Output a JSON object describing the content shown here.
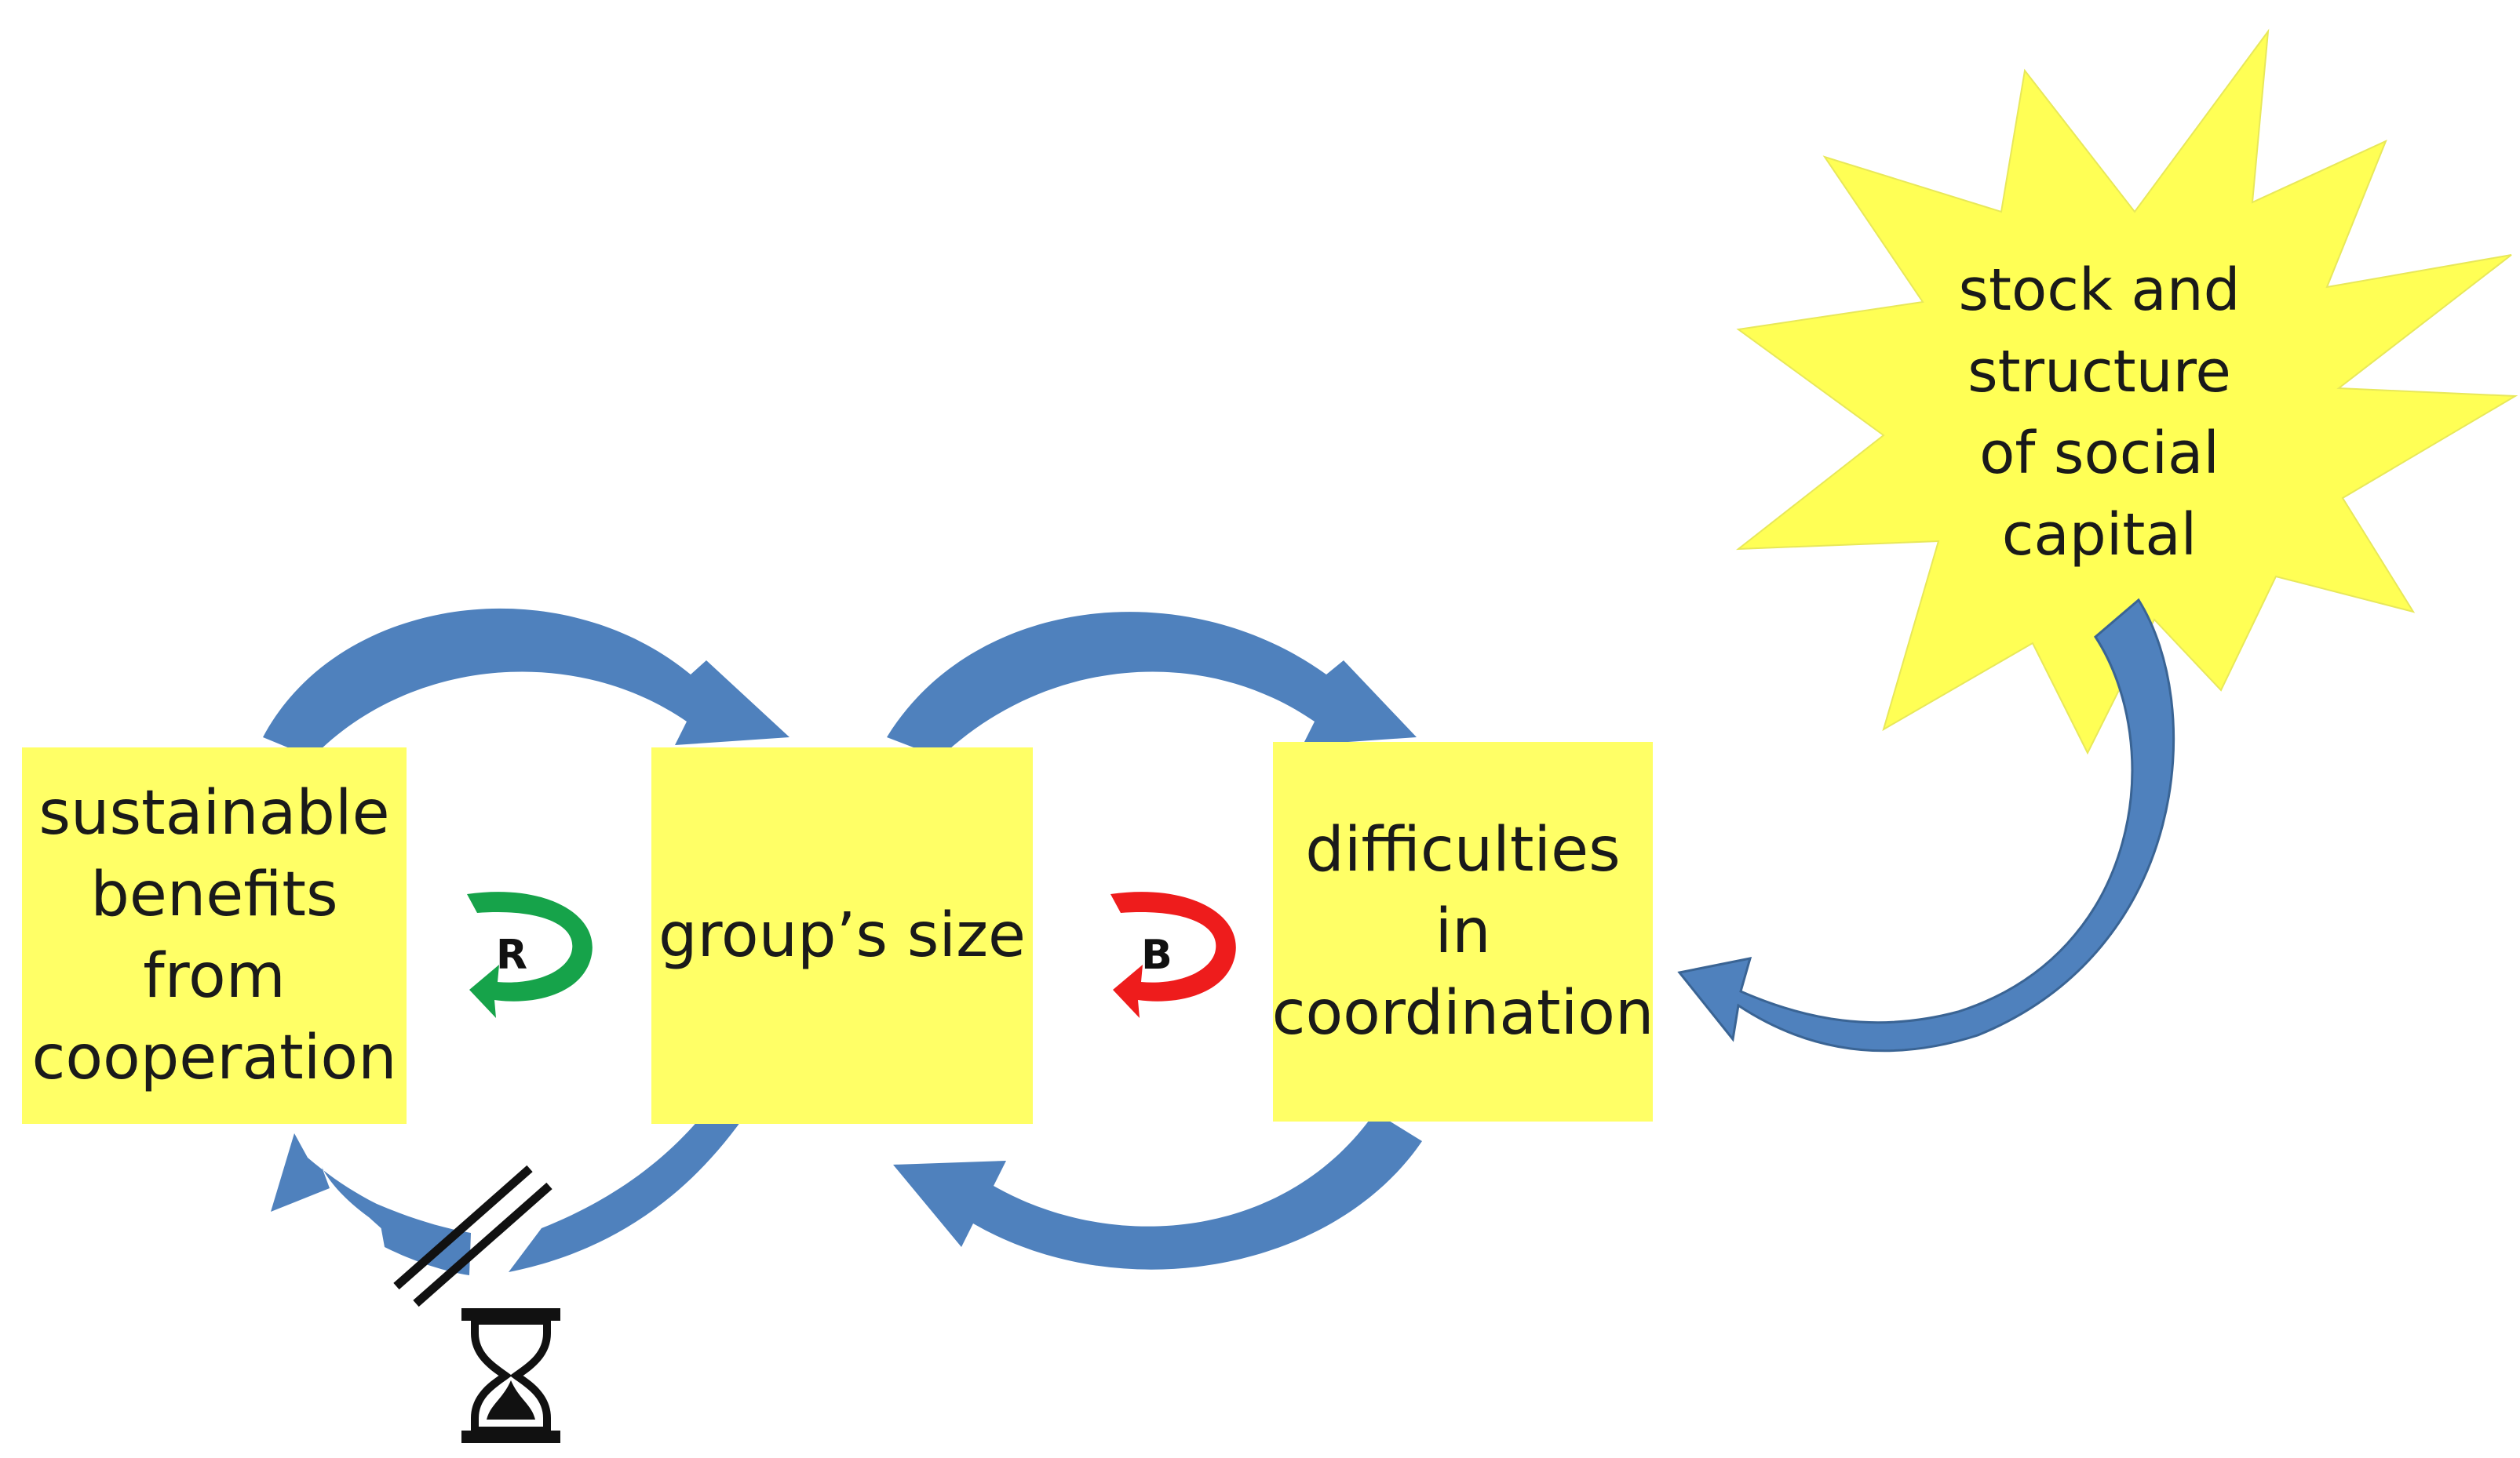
{
  "nodes": {
    "sustainable_benefits": "sustainable\nbenefits\nfrom\ncooperation",
    "group_size": "group’s size",
    "difficulties": "difficulties in\ncoordination",
    "social_capital": "stock and\nstructure\nof social\ncapital"
  },
  "loops": {
    "reinforcing": {
      "letter": "R",
      "color": "#16a34a"
    },
    "balancing": {
      "letter": "B",
      "color": "#ee1c1c"
    }
  },
  "icons": {
    "delay": "hourglass-icon",
    "delay_mark": "double-slash-delay-mark"
  },
  "colors": {
    "box_fill": "#ffff66",
    "arrow_fill": "#4f81bd",
    "star_fill": "#ffff55"
  }
}
